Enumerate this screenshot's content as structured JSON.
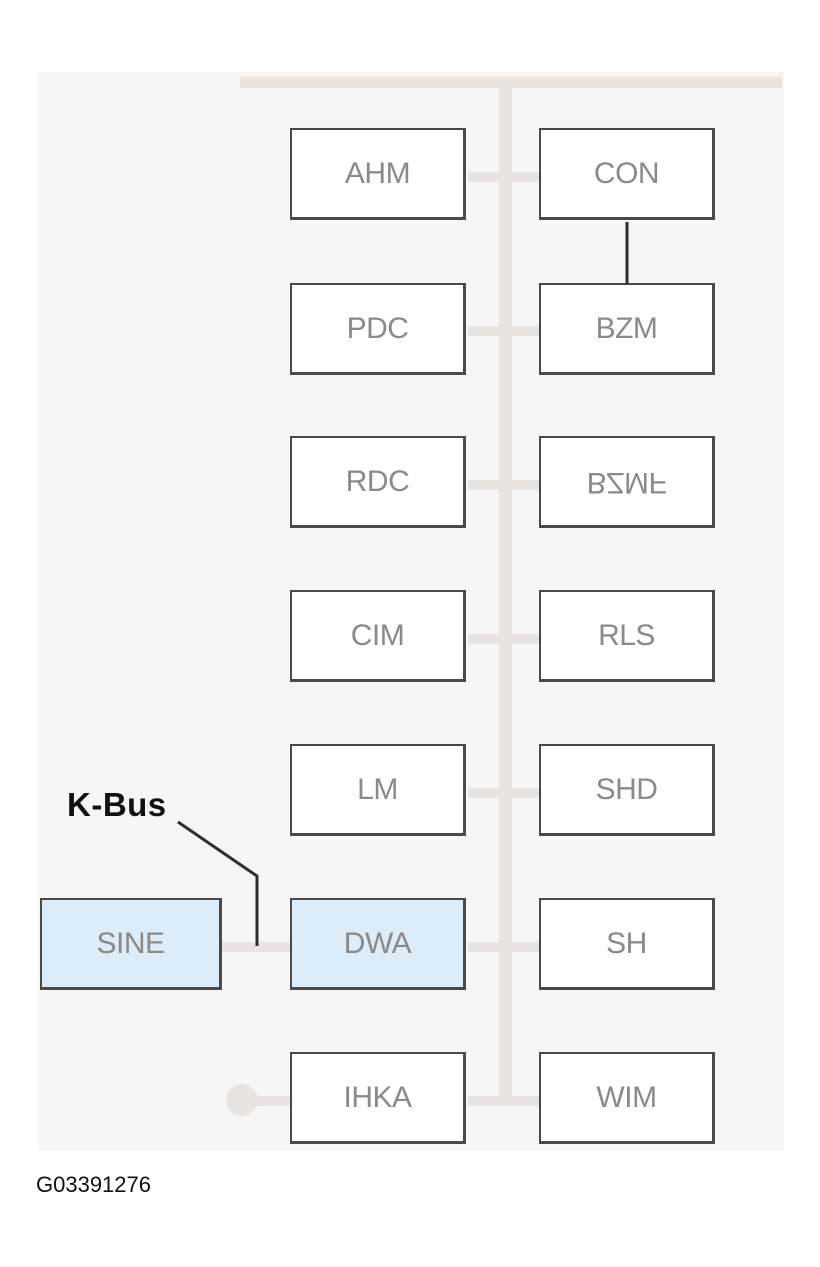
{
  "diagram": {
    "bus_label": "K-Bus",
    "figure_id": "G03391276",
    "colors": {
      "bus": "#e9e4e0",
      "module_border": "#4a4a4a",
      "module_text": "#8a8a8a",
      "highlight_fill": "#dcecf8"
    },
    "modules": {
      "ahm": "AHM",
      "con": "CON",
      "pdc": "PDC",
      "bzm": "BZM",
      "rdc": "RDC",
      "bzmf": "BZMF",
      "cim": "CIM",
      "rls": "RLS",
      "lm": "LM",
      "shd": "SHD",
      "sine": "SINE",
      "dwa": "DWA",
      "sh": "SH",
      "ihka": "IHKA",
      "wim": "WIM"
    }
  }
}
